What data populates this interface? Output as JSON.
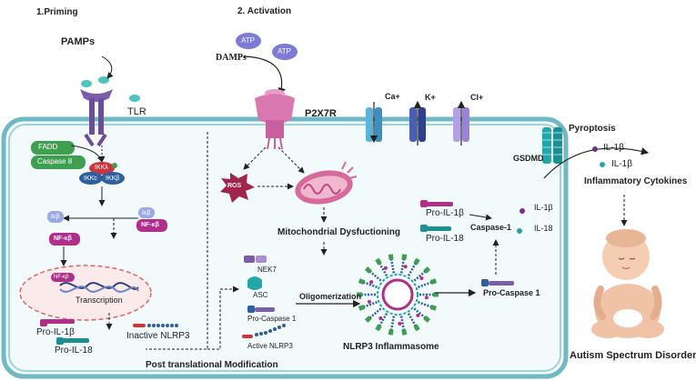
{
  "sections": {
    "priming": "1.Priming",
    "activation": "2. Activation"
  },
  "labels": {
    "pamps": "PAMPs",
    "tlr": "TLR",
    "atp1": "ATP",
    "atp2": "ATP",
    "damps": "DAMPs",
    "p2x7r": "P2X7R",
    "ca": "Ca+",
    "k": "K+",
    "cl": "Cl+",
    "fadd": "FADD",
    "caspase8": "Caspase 8",
    "ikka": "IKKλ",
    "ikkc": "IKKc",
    "ikkb": "IKKβ",
    "ikb_left": "Iκβ",
    "ikb_right": "Iκβ",
    "nfkb_right": "NF-κβ",
    "nfkb_left": "NF-κβ",
    "nfkb_nucleus": "NF-κβ",
    "transcription": "Transcription",
    "pro_il1b_left": "Pro-IL-1β",
    "pro_il18_left": "Pro-IL-18",
    "inactive_nlrp3": "Inactive NLRP3",
    "ros": "ROS",
    "mito_dysfunction": "Mitochondrial Dysfuctioning",
    "nek7": "NEK7",
    "asc": "ASC",
    "pro_caspase1_list": "Pro-Caspase 1",
    "active_nlrp3": "Active NLRP3",
    "oligomerization": "Oligomerization",
    "nlrp3_inflammasome": "NLRP3 Inflammasome",
    "post_translational": "Post translational Modification",
    "pro_il1b_mid": "Pro-IL-1β",
    "pro_il18_mid": "Pro-IL-18",
    "caspase1": "Caspase-1",
    "il1b_mid": "IL-1β",
    "il18_mid": "IL-18",
    "pro_caspase1": "Pro-Caspase 1",
    "gsdmd": "GSDMD",
    "pyroptosis": "Pyroptosis",
    "il1b_out1": "IL-1β",
    "il1b_out2": "IL-1β",
    "inflammatory_cytokines": "Inflammatory Cytokines",
    "asd": "Autism Spectrum Disorder"
  },
  "colors": {
    "cell_membrane": "#6fb8c4",
    "cell_fill": "#f2fafb",
    "receptor_purple": "#7b5ea7",
    "p2x7r_pink": "#d877b0",
    "ros_red": "#a0254b",
    "mito_pink": "#d66a9a",
    "green": "#3f9f50",
    "magenta": "#b02f8b",
    "teal": "#23a6a8",
    "navy": "#2d3f7a"
  }
}
